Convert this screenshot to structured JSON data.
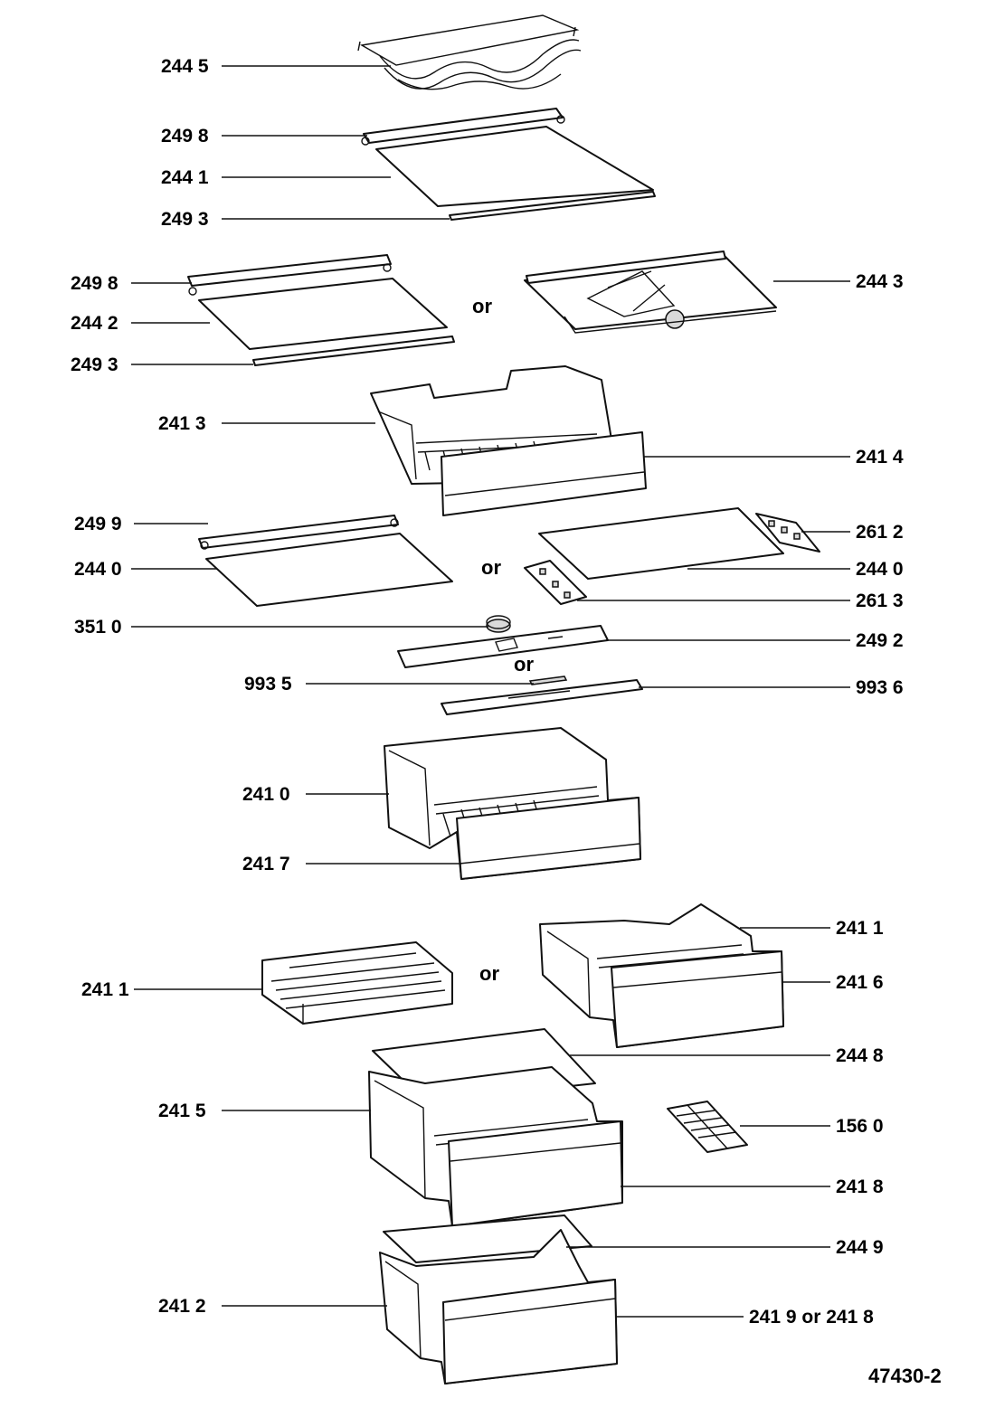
{
  "labels": {
    "l_2445": "244 5",
    "l_2498a": "249 8",
    "l_2441": "244 1",
    "l_2493a": "249 3",
    "l_2498b": "249 8",
    "l_2442": "244 2",
    "l_2493b": "249 3",
    "l_2443": "244 3",
    "l_2413": "241 3",
    "l_2414": "241 4",
    "l_2499": "249 9",
    "l_2440a": "244 0",
    "l_2612": "261 2",
    "l_2440b": "244 0",
    "l_2613": "261 3",
    "l_3510": "351 0",
    "l_2492": "249 2",
    "l_9935": "993 5",
    "l_9936": "993 6",
    "l_2410": "241 0",
    "l_2417": "241 7",
    "l_2411a": "241 1",
    "l_2411b": "241 1",
    "l_2416": "241 6",
    "l_2448": "244 8",
    "l_2415": "241 5",
    "l_1560": "156 0",
    "l_2418": "241 8",
    "l_2449": "244 9",
    "l_2412": "241 2",
    "l_2419": "241 9 or 241 8"
  },
  "or_labels": {
    "or1": "or",
    "or2": "or",
    "or3": "or",
    "or4": "or"
  },
  "document_id": "47430-2"
}
